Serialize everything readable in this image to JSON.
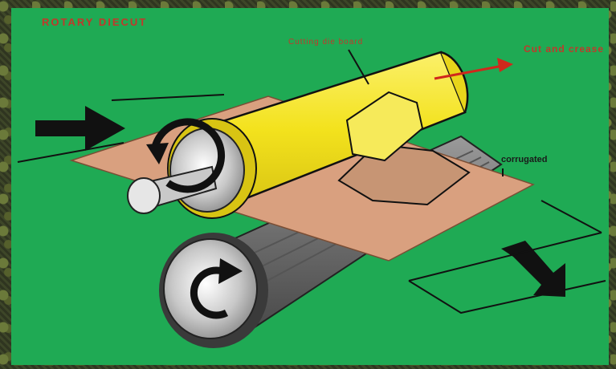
{
  "diagram": {
    "title": "ROTARY DIECUT",
    "labels": {
      "die_roll": "Cutting die board",
      "cutting_rule": "Cut and crease",
      "board": "corrugated"
    },
    "colors": {
      "background": "#1faa54",
      "die_cylinder": "#f5e629",
      "board": "#d9a07f",
      "anvil": "#7a7a7a",
      "arrow": "#111111",
      "label_red": "#c0392b"
    },
    "icons": [
      "feed-arrow-icon",
      "exit-arrow-icon",
      "rotation-arrow-icon"
    ]
  }
}
